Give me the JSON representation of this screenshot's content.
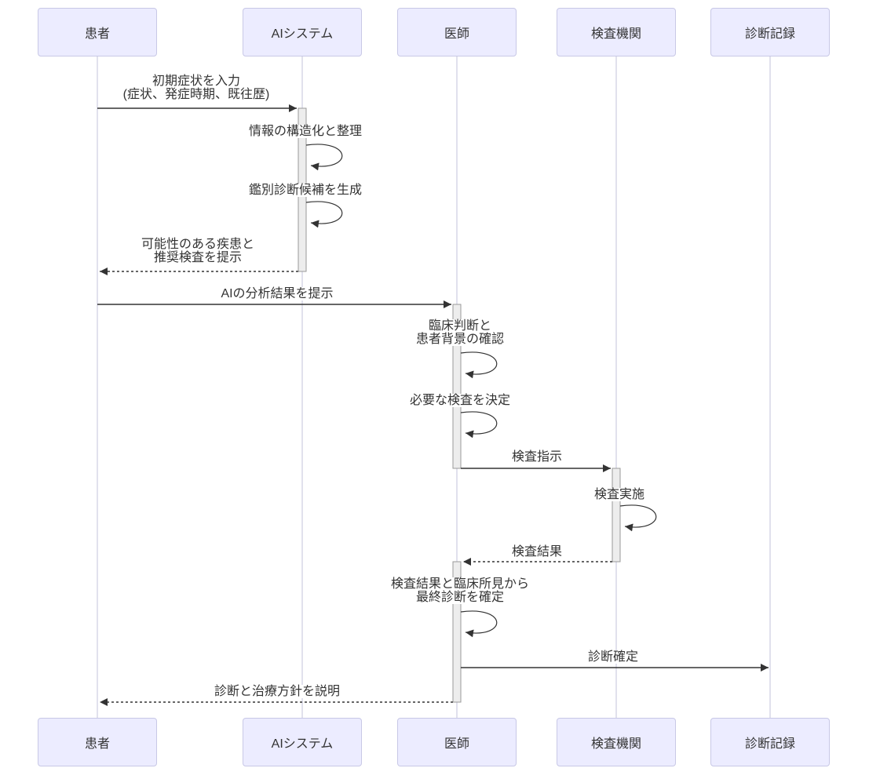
{
  "diagram": {
    "type": "sequence-diagram",
    "participants": [
      {
        "id": "patient",
        "label": "患者"
      },
      {
        "id": "ai-system",
        "label": "AIシステム"
      },
      {
        "id": "doctor",
        "label": "医師"
      },
      {
        "id": "lab",
        "label": "検査機関"
      },
      {
        "id": "record",
        "label": "診断記録"
      }
    ],
    "messages": [
      {
        "from": "患者",
        "to": "AIシステム",
        "style": "solid",
        "lines": [
          "初期症状を入力",
          "(症状、発症時期、既往歴)"
        ]
      },
      {
        "self": "AIシステム",
        "style": "self-loop",
        "lines": [
          "情報の構造化と整理"
        ]
      },
      {
        "self": "AIシステム",
        "style": "self-loop",
        "lines": [
          "鑑別診断候補を生成"
        ]
      },
      {
        "from": "AIシステム",
        "to": "患者",
        "style": "dashed",
        "lines": [
          "可能性のある疾患と",
          "推奨検査を提示"
        ]
      },
      {
        "from": "患者",
        "to": "医師",
        "style": "solid",
        "lines": [
          "AIの分析結果を提示"
        ]
      },
      {
        "self": "医師",
        "style": "self-loop",
        "lines": [
          "臨床判断と",
          "患者背景の確認"
        ]
      },
      {
        "self": "医師",
        "style": "self-loop",
        "lines": [
          "必要な検査を決定"
        ]
      },
      {
        "from": "医師",
        "to": "検査機関",
        "style": "solid",
        "lines": [
          "検査指示"
        ]
      },
      {
        "self": "検査機関",
        "style": "self-loop",
        "lines": [
          "検査実施"
        ]
      },
      {
        "from": "検査機関",
        "to": "医師",
        "style": "dashed",
        "lines": [
          "検査結果"
        ]
      },
      {
        "self": "医師",
        "style": "self-loop",
        "lines": [
          "検査結果と臨床所見から",
          "最終診断を確定"
        ]
      },
      {
        "from": "医師",
        "to": "診断記録",
        "style": "solid",
        "lines": [
          "診断確定"
        ]
      },
      {
        "from": "医師",
        "to": "患者",
        "style": "dashed",
        "lines": [
          "診断と治療方針を説明"
        ]
      }
    ]
  },
  "colors": {
    "bg": "#FFFFFF",
    "actor_fill": "#ECECFF",
    "actor_border": "#C8C8E6",
    "actor_text": "#333333",
    "lifeline": "#C3C3DB",
    "activation_fill": "#EDEDED",
    "activation_border": "#999999",
    "arrow": "#333333",
    "label_text": "#333333"
  }
}
